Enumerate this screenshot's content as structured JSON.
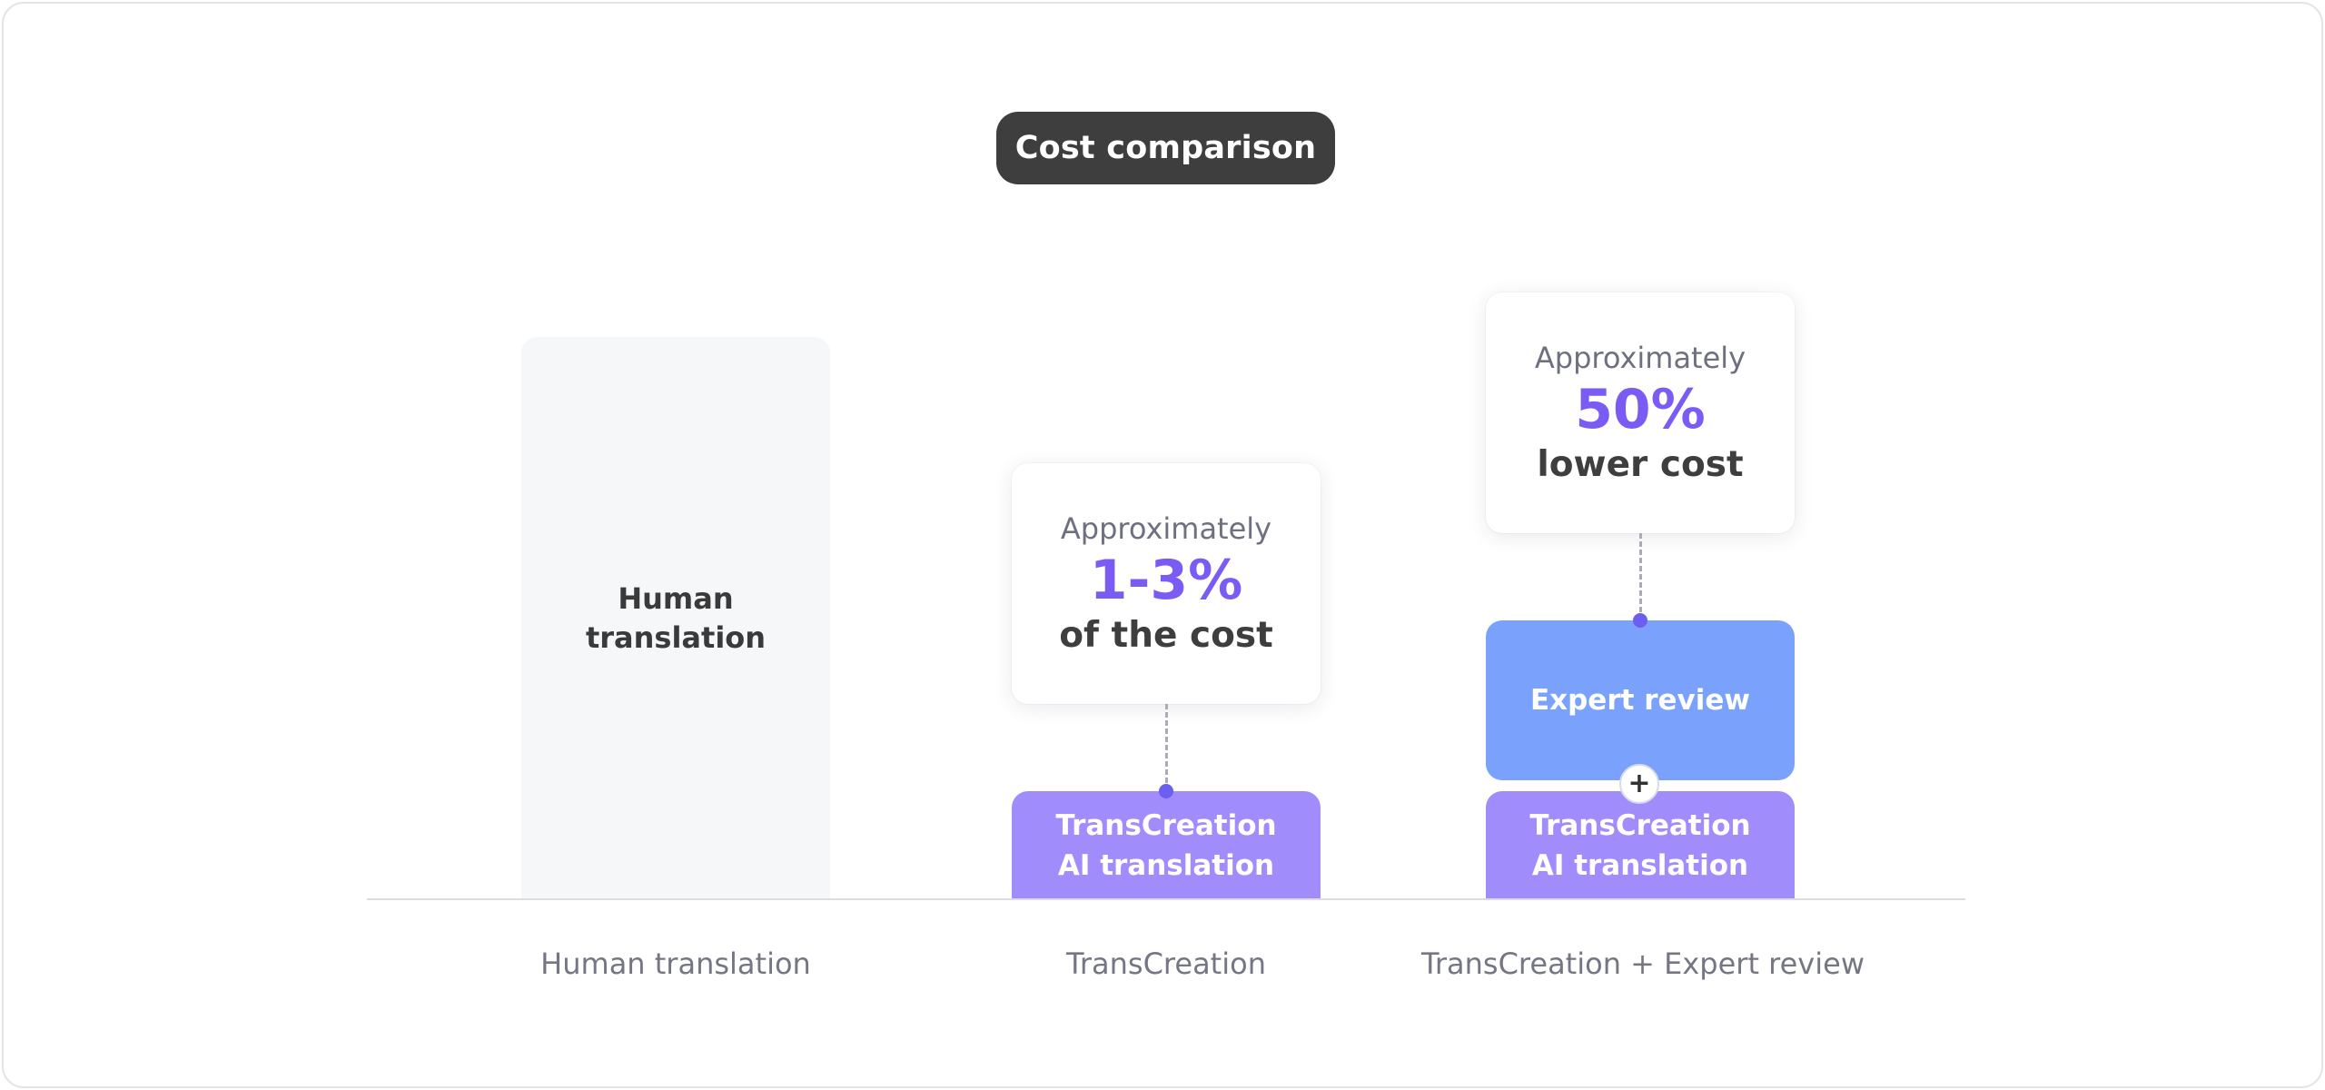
{
  "title": "Cost comparison",
  "colors": {
    "title_bg": "#3e3e3e",
    "human_bar": "#f6f7f9",
    "ai_bar": "#a08cfb",
    "expert_bar": "#7aa2fd",
    "accent_text": "#7a5cf4",
    "connector_dot": "#6c5ef0"
  },
  "columns": [
    {
      "category": "Human translation",
      "bar_label_line1": "Human",
      "bar_label_line2": "translation"
    },
    {
      "category": "TransCreation",
      "bar_label_line1": "TransCreation",
      "bar_label_line2": "AI translation",
      "callout": {
        "pre": "Approximately",
        "value": "1-3%",
        "post": "of the cost"
      }
    },
    {
      "category": "TransCreation + Expert review",
      "bar_label_line1": "TransCreation",
      "bar_label_line2": "AI translation",
      "stack_label": "Expert review",
      "plus": "+",
      "callout": {
        "pre": "Approximately",
        "value": "50%",
        "post": "lower cost"
      }
    }
  ]
}
